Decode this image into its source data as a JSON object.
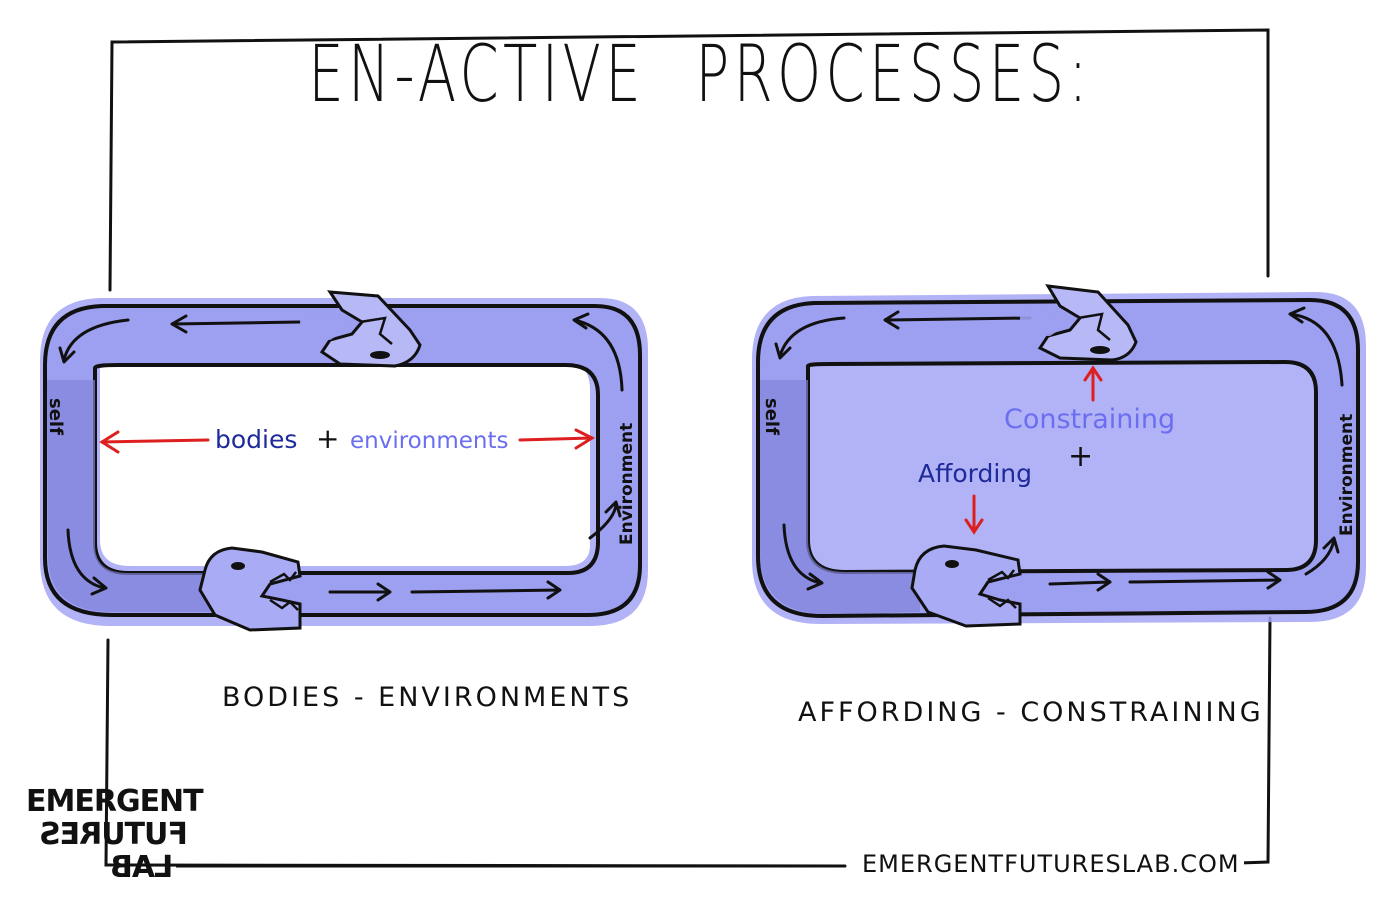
{
  "title": "EN-ACTIVE PROCESSES:",
  "title_parts": [
    "EN-ACTIVE",
    "PROCESSES:"
  ],
  "colors": {
    "loop_fill": "#9d9ff0",
    "loop_shade": "#8486dd",
    "outline": "#111111",
    "dark_blue_text": "#1f2a9a",
    "light_blue_text": "#6b6ef0",
    "red_arrow": "#dd1f1f",
    "background": "#ffffff"
  },
  "left_diagram": {
    "self_label": "self",
    "environment_label": "Environment",
    "bodies_label": "bodies",
    "plus": "+",
    "environments_label": "environments",
    "caption": "BODIES - ENVIRONMENTS"
  },
  "right_diagram": {
    "self_label": "self",
    "environment_label": "Environment",
    "constraining_label": "Constraining",
    "plus": "+",
    "affording_label": "Affording",
    "caption": "AFFORDING - CONSTRAINING"
  },
  "logo": {
    "line1": "EMERGENT",
    "line2": "FUTURES",
    "line3": "LAB"
  },
  "url": "EMERGENTFUTURESLAB.COM"
}
